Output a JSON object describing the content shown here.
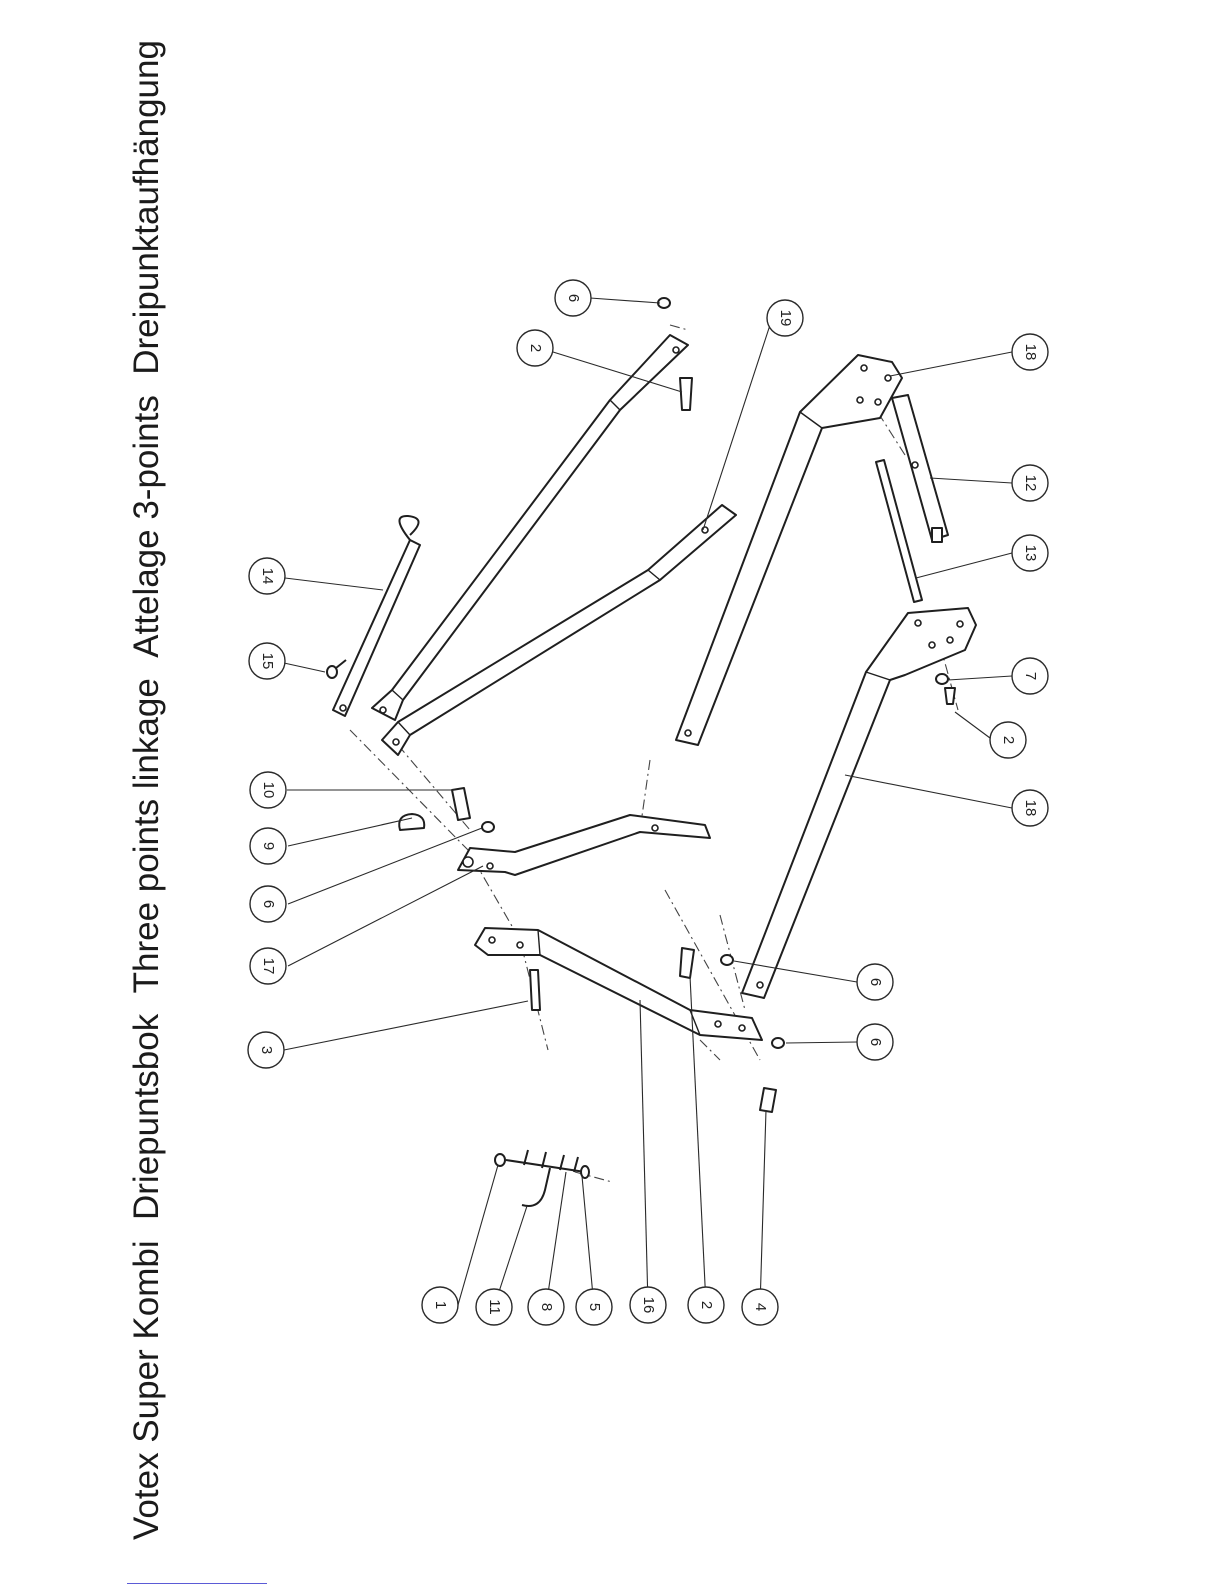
{
  "header": {
    "product": "Votex Super Kombi",
    "title_nl": "Driepuntsbok",
    "title_en": "Three points linkage",
    "title_fr": "Attelage 3-points",
    "title_de": "Dreipunktaufhängung"
  },
  "callouts": [
    {
      "id": "callout-6-a",
      "label": "6"
    },
    {
      "id": "callout-2-a",
      "label": "2"
    },
    {
      "id": "callout-19",
      "label": "19"
    },
    {
      "id": "callout-18-a",
      "label": "18"
    },
    {
      "id": "callout-12",
      "label": "12"
    },
    {
      "id": "callout-13",
      "label": "13"
    },
    {
      "id": "callout-7",
      "label": "7"
    },
    {
      "id": "callout-2-b",
      "label": "2"
    },
    {
      "id": "callout-18-b",
      "label": "18"
    },
    {
      "id": "callout-6-b",
      "label": "6"
    },
    {
      "id": "callout-6-c",
      "label": "6"
    },
    {
      "id": "callout-14",
      "label": "14"
    },
    {
      "id": "callout-15",
      "label": "15"
    },
    {
      "id": "callout-10",
      "label": "10"
    },
    {
      "id": "callout-9",
      "label": "9"
    },
    {
      "id": "callout-6-d",
      "label": "6"
    },
    {
      "id": "callout-17",
      "label": "17"
    },
    {
      "id": "callout-3",
      "label": "3"
    },
    {
      "id": "callout-1",
      "label": "1"
    },
    {
      "id": "callout-11",
      "label": "11"
    },
    {
      "id": "callout-8",
      "label": "8"
    },
    {
      "id": "callout-5",
      "label": "5"
    },
    {
      "id": "callout-16",
      "label": "16"
    },
    {
      "id": "callout-2-c",
      "label": "2"
    },
    {
      "id": "callout-4",
      "label": "4"
    }
  ]
}
